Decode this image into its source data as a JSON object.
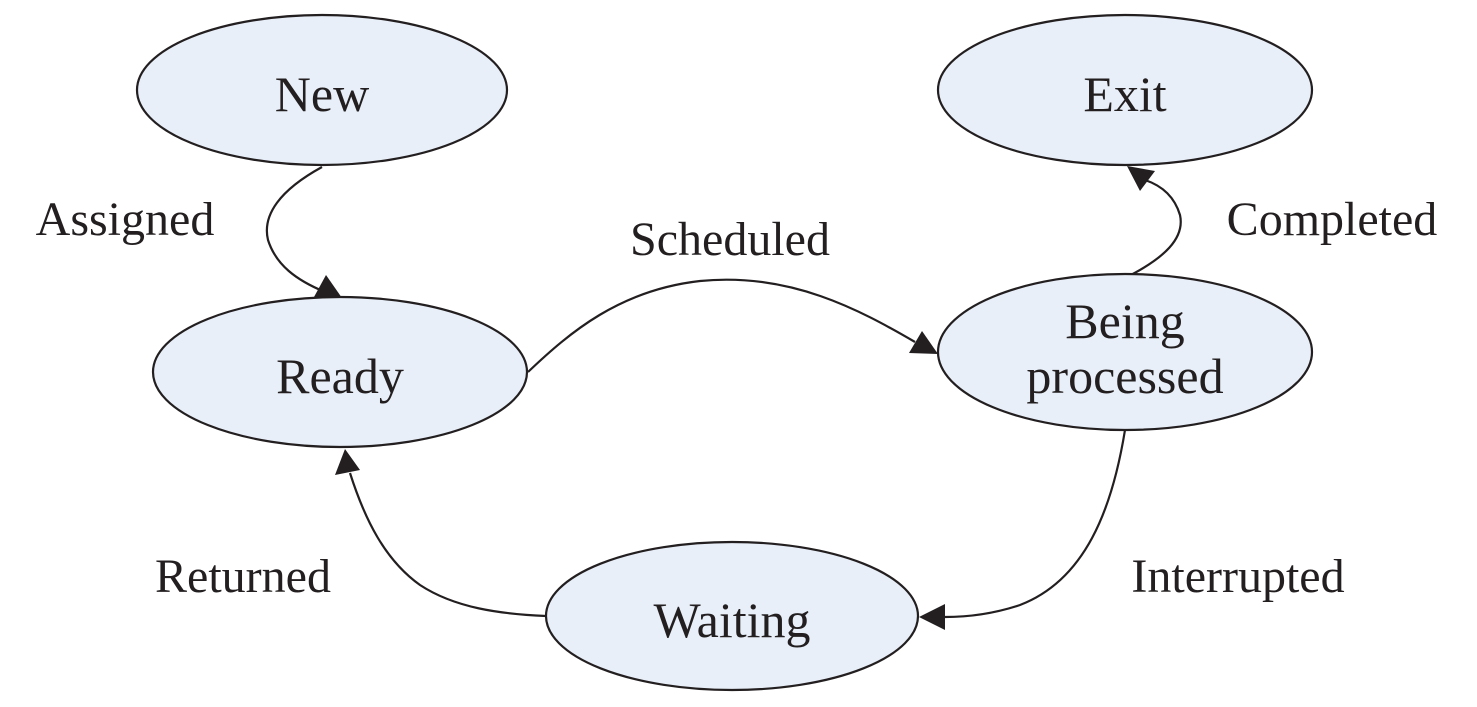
{
  "colors": {
    "node_fill": "#e8eff8",
    "stroke": "#231f20",
    "text": "#231f20"
  },
  "states": {
    "new": "New",
    "exit": "Exit",
    "ready": "Ready",
    "being_processed_line1": "Being",
    "being_processed_line2": "processed",
    "waiting": "Waiting"
  },
  "transitions": {
    "assigned": "Assigned",
    "scheduled": "Scheduled",
    "completed": "Completed",
    "interrupted": "Interrupted",
    "returned": "Returned"
  }
}
